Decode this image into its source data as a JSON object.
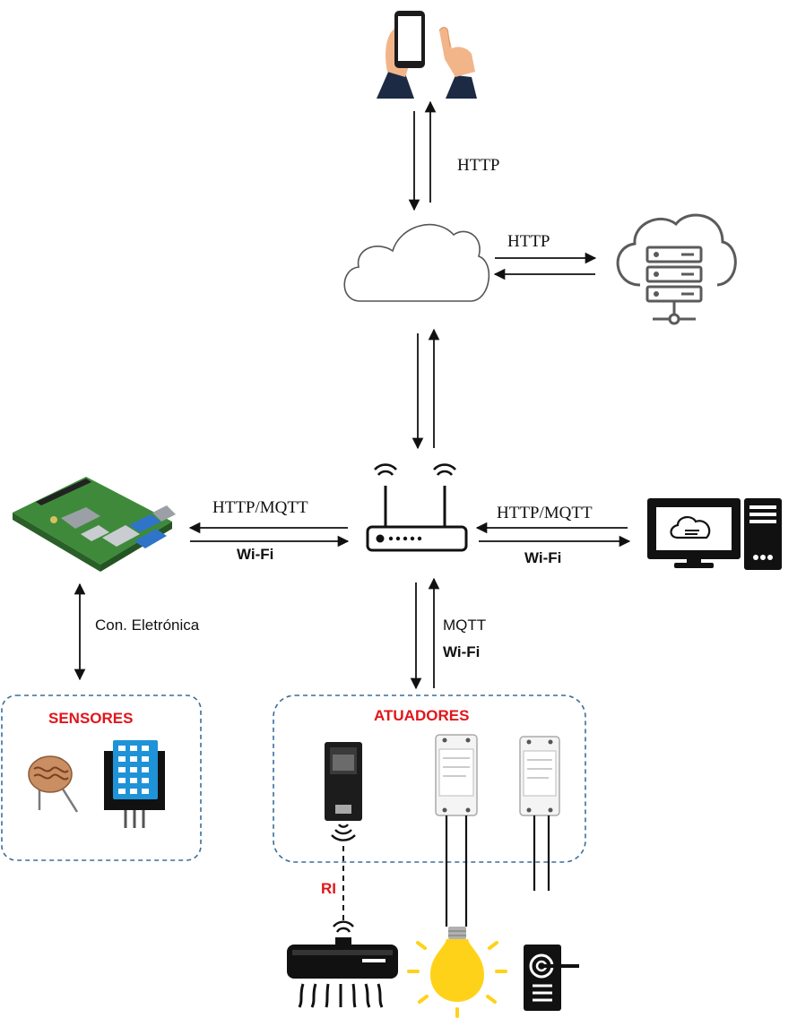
{
  "labels": {
    "http_phone": "HTTP",
    "http_server": "HTTP",
    "http_mqtt_left": "HTTP/MQTT",
    "wifi_left": "Wi-Fi",
    "http_mqtt_right": "HTTP/MQTT",
    "wifi_right": "Wi-Fi",
    "con_eletronica": "Con. Eletrónica",
    "mqtt_bottom": "MQTT",
    "wifi_bottom": "Wi-Fi",
    "sensores": "SENSORES",
    "atuadores": "ATUADORES",
    "ri": "RI"
  },
  "colors": {
    "accent_red": "#e0161b",
    "group_border": "#3b6e9a",
    "line": "#111111",
    "usb_blue": "#2f74c9",
    "board_green": "#3e8a3a",
    "dht_blue": "#1e93d8",
    "bulb_yellow": "#ffd21a"
  },
  "icons": [
    "smartphone-hands-icon",
    "cloud-icon",
    "cloud-server-icon",
    "raspberry-pi-icon",
    "wifi-router-icon",
    "desktop-computer-icon",
    "ldr-sensor-icon",
    "dht-sensor-icon",
    "esp32-board-icon",
    "smart-switch-icon",
    "air-conditioner-icon",
    "light-bulb-icon",
    "door-lock-icon"
  ]
}
